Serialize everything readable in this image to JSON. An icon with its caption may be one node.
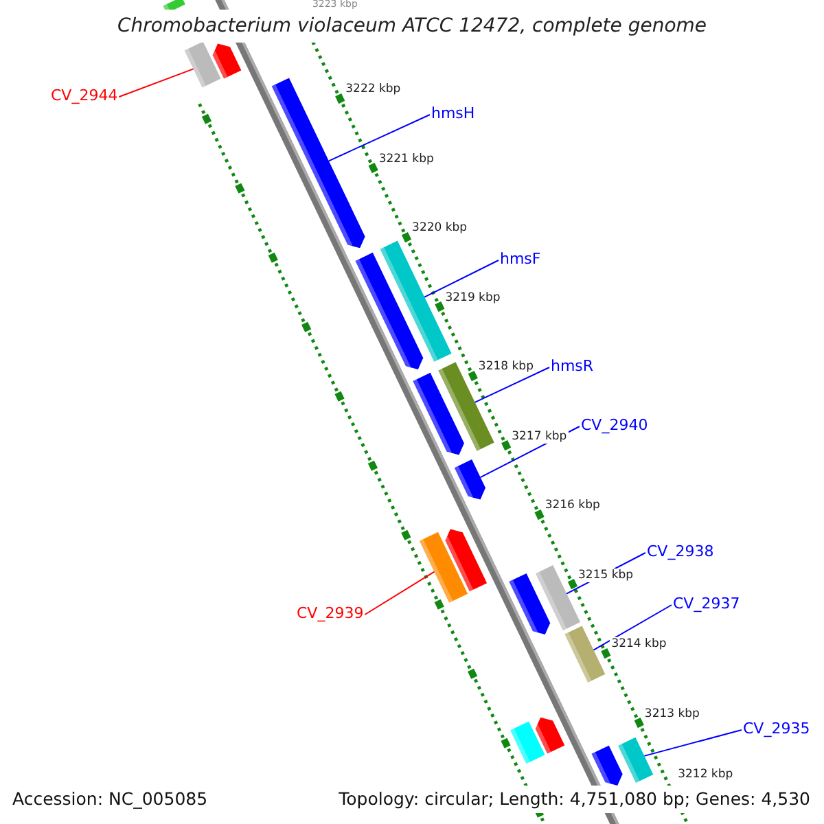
{
  "diagram": {
    "title": "Chromobacterium violaceum ATCC 12472, complete genome",
    "nodes": [
      {
        "text": [
          "CV_2944"
        ]
      },
      {
        "text": [
          "hmsH"
        ]
      },
      {
        "text": [
          "hmsF"
        ]
      },
      {
        "text": [
          "hmsR"
        ]
      },
      {
        "text": [
          "CV_2940"
        ]
      },
      {
        "text": [
          "CV_2938"
        ]
      },
      {
        "text": [
          "CV_2937"
        ]
      },
      {
        "text": [
          "CV_2939"
        ]
      },
      {
        "text": [
          "CV_2935"
        ]
      },
      {
        "text": [],
        "shape": "bar"
      },
      {
        "text": [],
        "shape": "pentagon"
      },
      {
        "text": [],
        "shape": "bar"
      },
      {
        "text": [],
        "shape": "bar"
      },
      {
        "text": [],
        "shape": "pentagon"
      },
      {
        "text": [],
        "shape": "bar"
      },
      {
        "text": [],
        "shape": "bar"
      },
      {
        "text": [],
        "shape": "bar"
      },
      {
        "text": [],
        "shape": "bar"
      },
      {
        "text": [],
        "shape": "bar"
      },
      {
        "text": [],
        "shape": "pentagon"
      },
      {
        "text": [],
        "shape": "pentagon"
      },
      {
        "text": [],
        "shape": "pentagon"
      },
      {
        "text": [],
        "shape": "pentagon"
      },
      {
        "text": [],
        "shape": "pentagon"
      },
      {
        "text": [],
        "shape": "pentagon"
      },
      {
        "text": [],
        "shape": "bar"
      },
      {
        "text": [],
        "shape": "pentagon"
      }
    ],
    "edges": [
      {
        "from": 0,
        "to": 9,
        "arrow": "none",
        "color": "#ff0000"
      },
      {
        "from": 1,
        "to": 10,
        "arrow": "none"
      },
      {
        "from": 2,
        "to": 11,
        "arrow": "none"
      },
      {
        "from": 3,
        "to": 12,
        "arrow": "none"
      },
      {
        "from": 4,
        "to": 13,
        "arrow": "none"
      },
      {
        "from": 5,
        "to": 14,
        "arrow": "none"
      },
      {
        "from": 6,
        "to": 15,
        "arrow": "none"
      },
      {
        "from": 7,
        "to": 16,
        "arrow": "none",
        "color": "#ff0000"
      },
      {
        "from": 8,
        "to": 17,
        "arrow": "none"
      }
    ],
    "labels": [
      "3223 kbp",
      "3222 kbp",
      "3221 kbp",
      "3220 kbp",
      "3219 kbp",
      "3218 kbp",
      "3217 kbp",
      "3216 kbp",
      "3215 kbp",
      "3214 kbp",
      "3213 kbp",
      "3212 kbp",
      "Accession: NC_005085",
      "Topology: circular; Length: 4,751,080 bp; Genes: 4,530"
    ]
  }
}
